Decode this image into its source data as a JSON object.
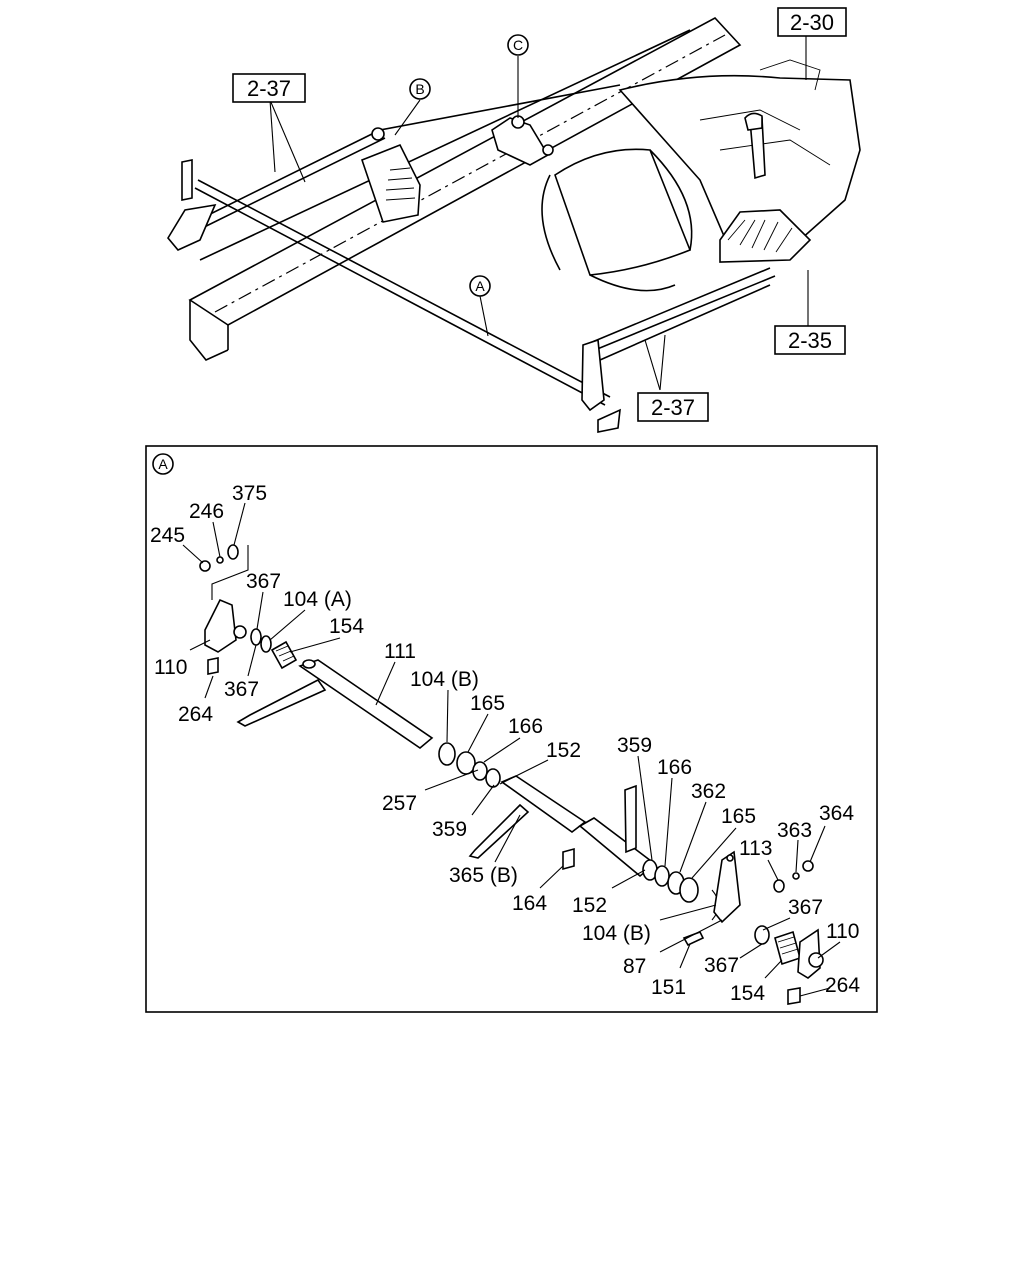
{
  "overview": {
    "ref_labels": [
      "2-30",
      "2-37",
      "2-35",
      "2-37"
    ],
    "circle_labels": [
      "A",
      "B",
      "C"
    ]
  },
  "detail": {
    "circle_label": "A",
    "part_labels": [
      "375",
      "246",
      "245",
      "367",
      "104 (A)",
      "154",
      "110",
      "367",
      "264",
      "111",
      "104 (B)",
      "165",
      "166",
      "152",
      "257",
      "359",
      "365 (B)",
      "164",
      "359",
      "166",
      "362",
      "165",
      "113",
      "363",
      "364",
      "152",
      "104 (B)",
      "367",
      "110",
      "87",
      "151",
      "367",
      "154",
      "264"
    ]
  }
}
